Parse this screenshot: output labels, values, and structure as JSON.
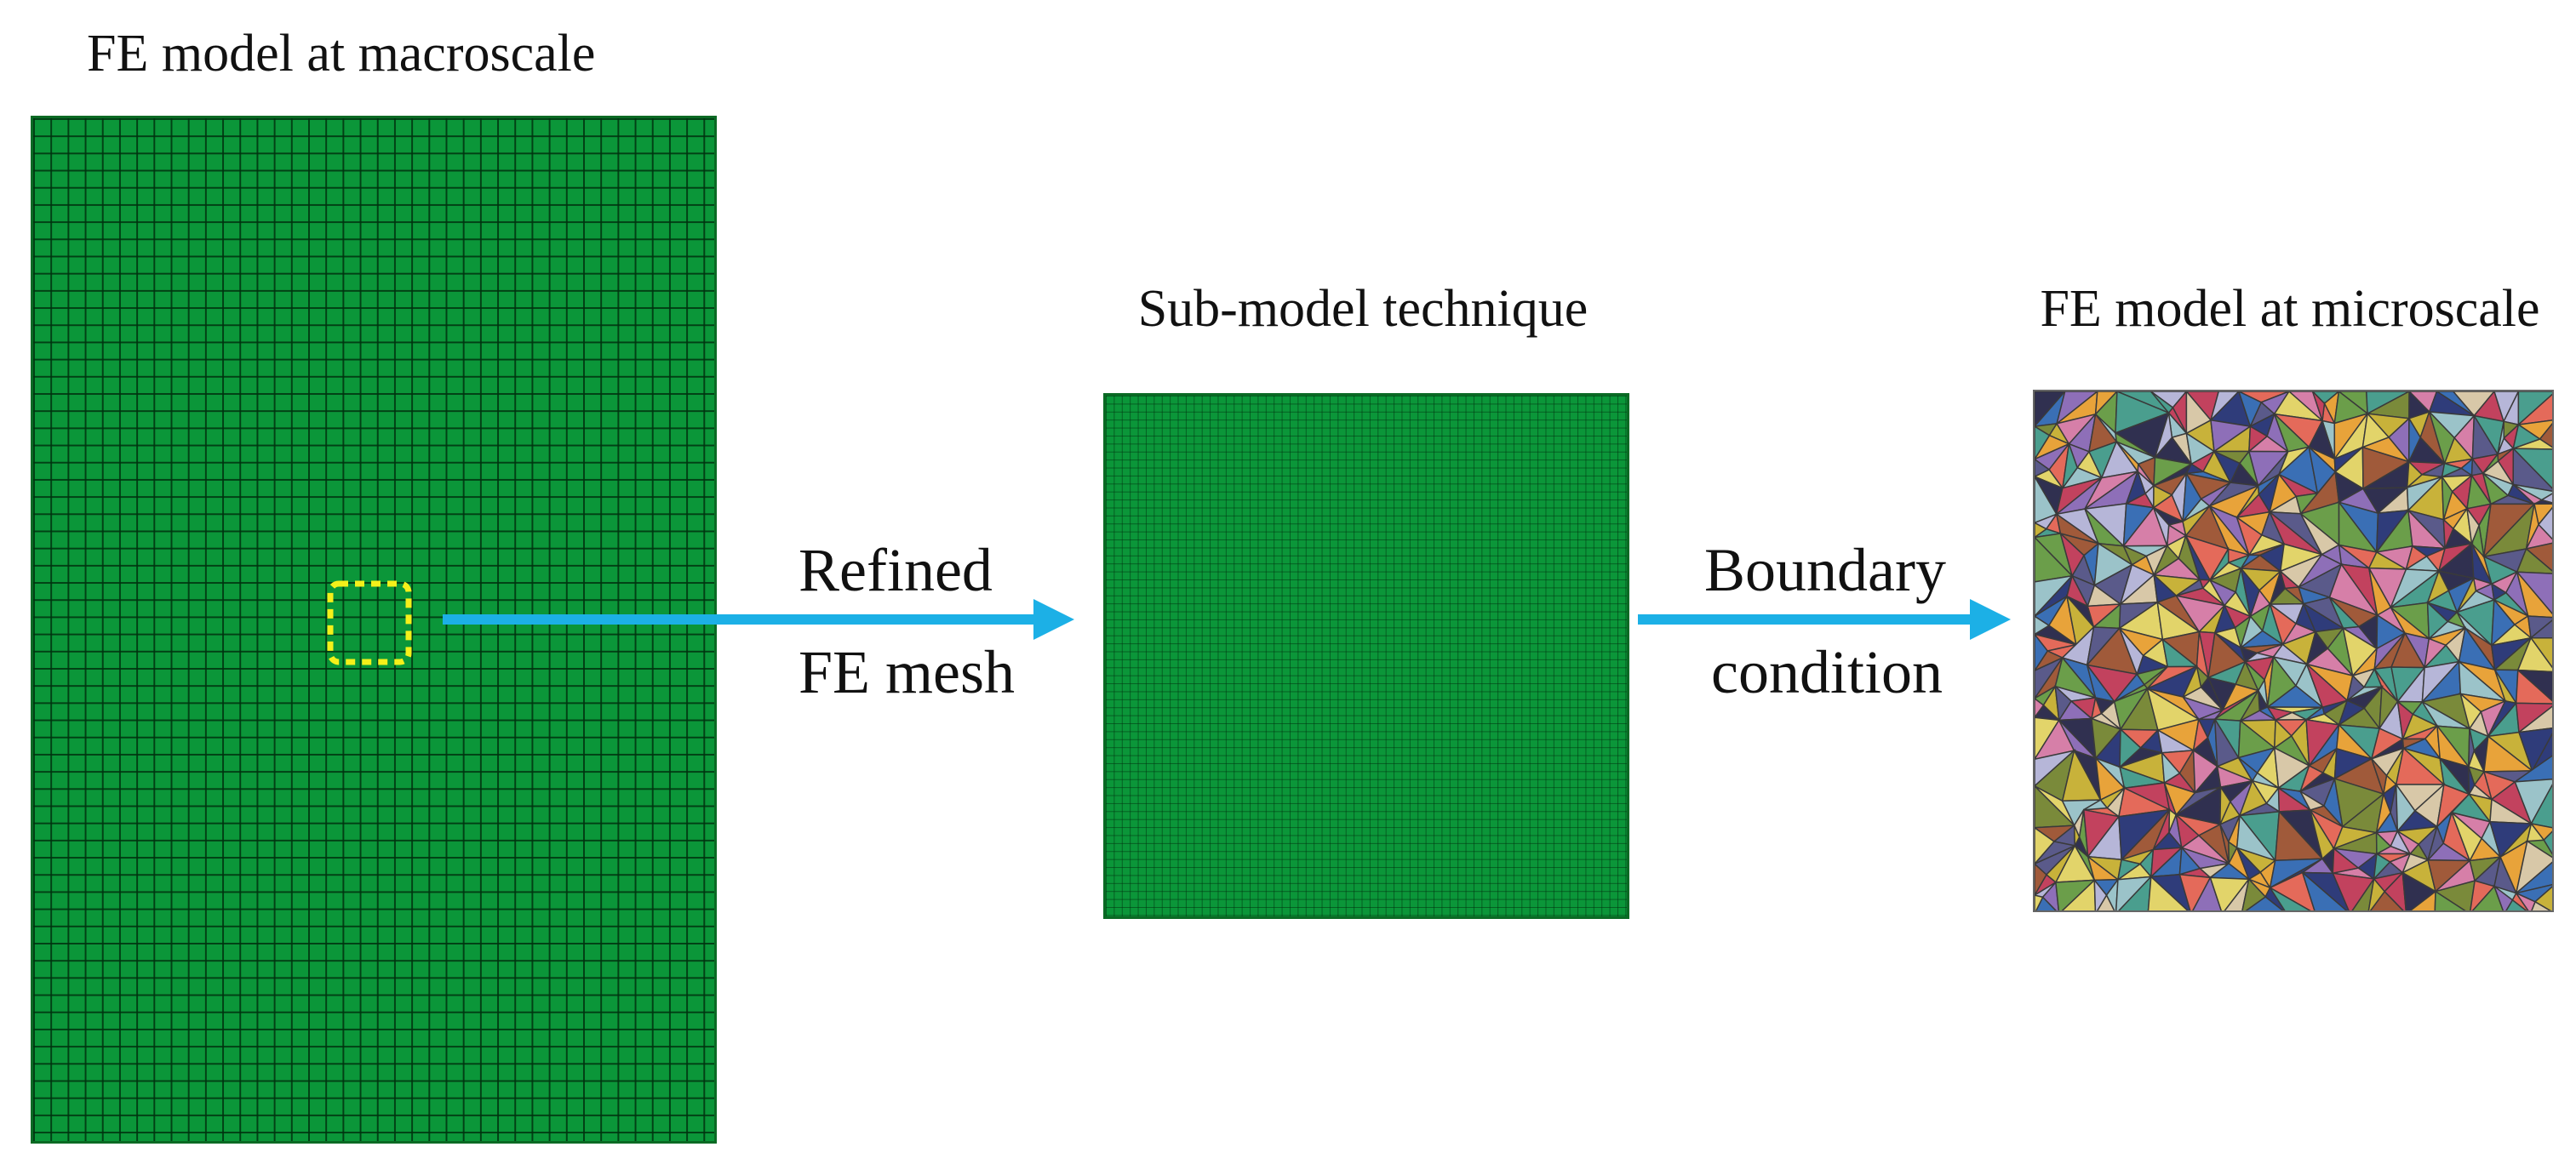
{
  "labels": {
    "macro_title": "FE model at macroscale",
    "sub_title": "Sub-model technique",
    "micro_title": "FE model at microscale",
    "arrow1_line1": "Refined",
    "arrow1_line2": "FE mesh",
    "arrow2_line1": "Boundary",
    "arrow2_line2": "condition"
  },
  "colors": {
    "mesh_green": "#0b9639",
    "arrow_blue": "#1cb0e6",
    "highlight_yellow": "#f4f01a",
    "grain_palette": [
      "#3a6fb5",
      "#e8a33a",
      "#c2425e",
      "#6b9e4a",
      "#8e6fb8",
      "#d8c8a8",
      "#2f3c7a",
      "#e46a5a",
      "#9bc3c9",
      "#c8b23a",
      "#5a5a8a",
      "#d67fa8",
      "#7a8a3a",
      "#b6b6d8",
      "#4a9e8e",
      "#e2d46a",
      "#a05a3a",
      "#303050"
    ]
  }
}
